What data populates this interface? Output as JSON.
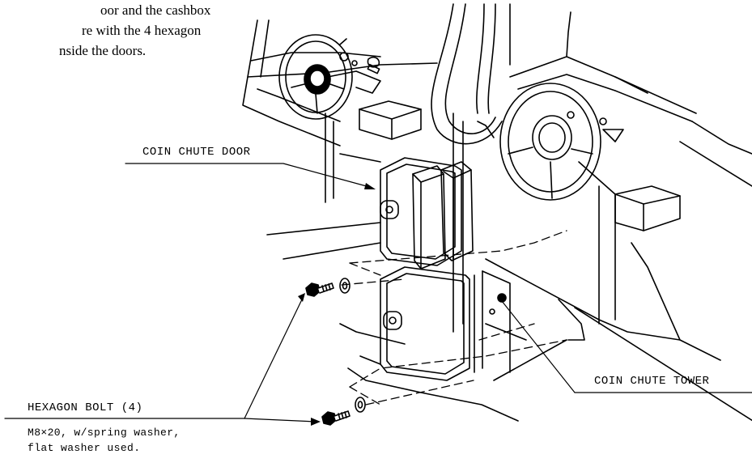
{
  "intro_lines": [
    "oor and the cashbox",
    "re with the 4 hexagon",
    "nside the doors."
  ],
  "callouts": {
    "coin_chute_door": "COIN CHUTE DOOR",
    "hexagon_bolt": "HEXAGON BOLT (4)",
    "bolt_spec_line1": "M8×20, w/spring washer,",
    "bolt_spec_line2": "flat washer used.",
    "coin_chute_tower": "COIN CHUTE TOWER"
  },
  "icons": [
    "steering-wheel-icon",
    "hexagon-bolt-icon",
    "washer-icon",
    "arrow-icon"
  ],
  "colors": {
    "ink": "#000000",
    "paper": "#ffffff"
  }
}
